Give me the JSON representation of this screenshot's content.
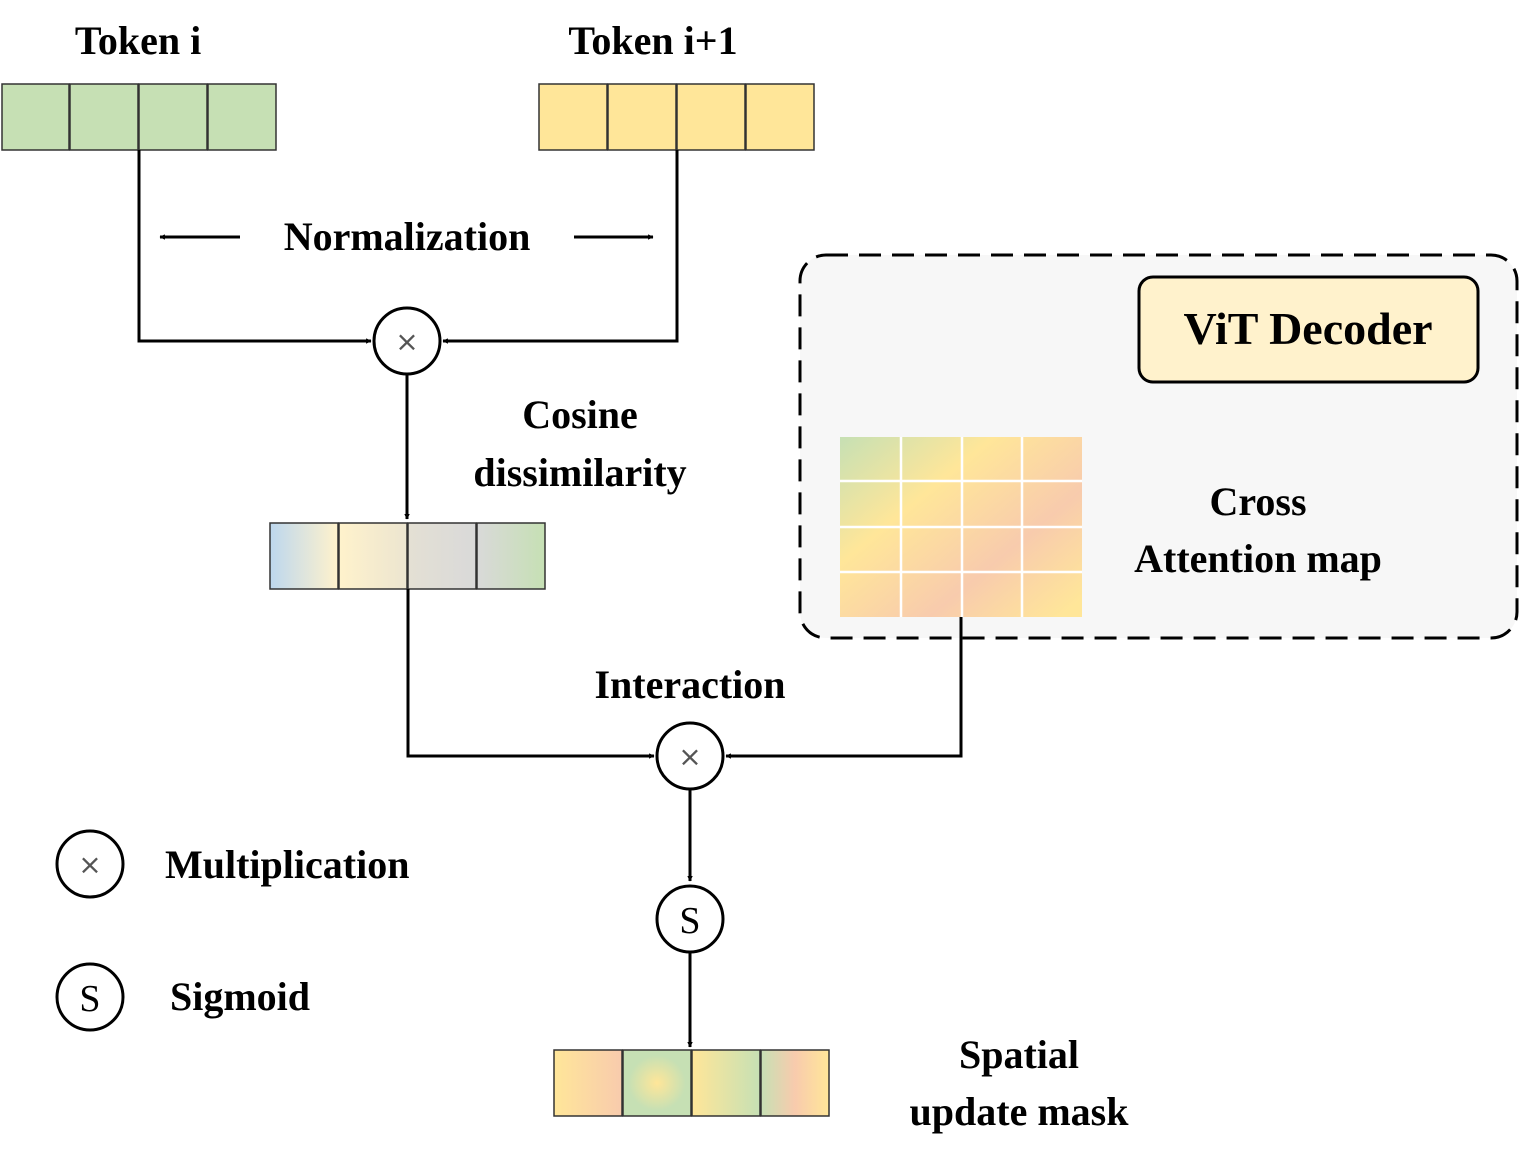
{
  "tokens": {
    "token_i": {
      "label": "Token i",
      "color": "#c6e0b4"
    },
    "token_i1": {
      "label": "Token i+1",
      "color": "#ffe699"
    }
  },
  "labels": {
    "normalization": "Normalization",
    "cosine_line1": "Cosine",
    "cosine_line2": "dissimilarity",
    "interaction": "Interaction",
    "spatial_line1": "Spatial",
    "spatial_line2": "update mask",
    "cross_line1": "Cross",
    "cross_line2": "Attention map"
  },
  "decoder": {
    "title": "ViT Decoder",
    "panel_fill": "#f7f7f7",
    "title_fill": "#fff2cc"
  },
  "operators": {
    "multiply_symbol": "×",
    "sigmoid_symbol": "S"
  },
  "legend": [
    {
      "symbol": "×",
      "label": "Multiplication",
      "icon": "multiply-icon"
    },
    {
      "symbol": "S",
      "label": "Sigmoid",
      "icon": "sigmoid-icon"
    }
  ],
  "colors": {
    "green": "#c6e0b4",
    "yellow": "#ffe699",
    "peach": "#f8cbad",
    "blue": "#bdd7ee",
    "gray": "#d9d9d9",
    "cream": "#fff2cc"
  }
}
